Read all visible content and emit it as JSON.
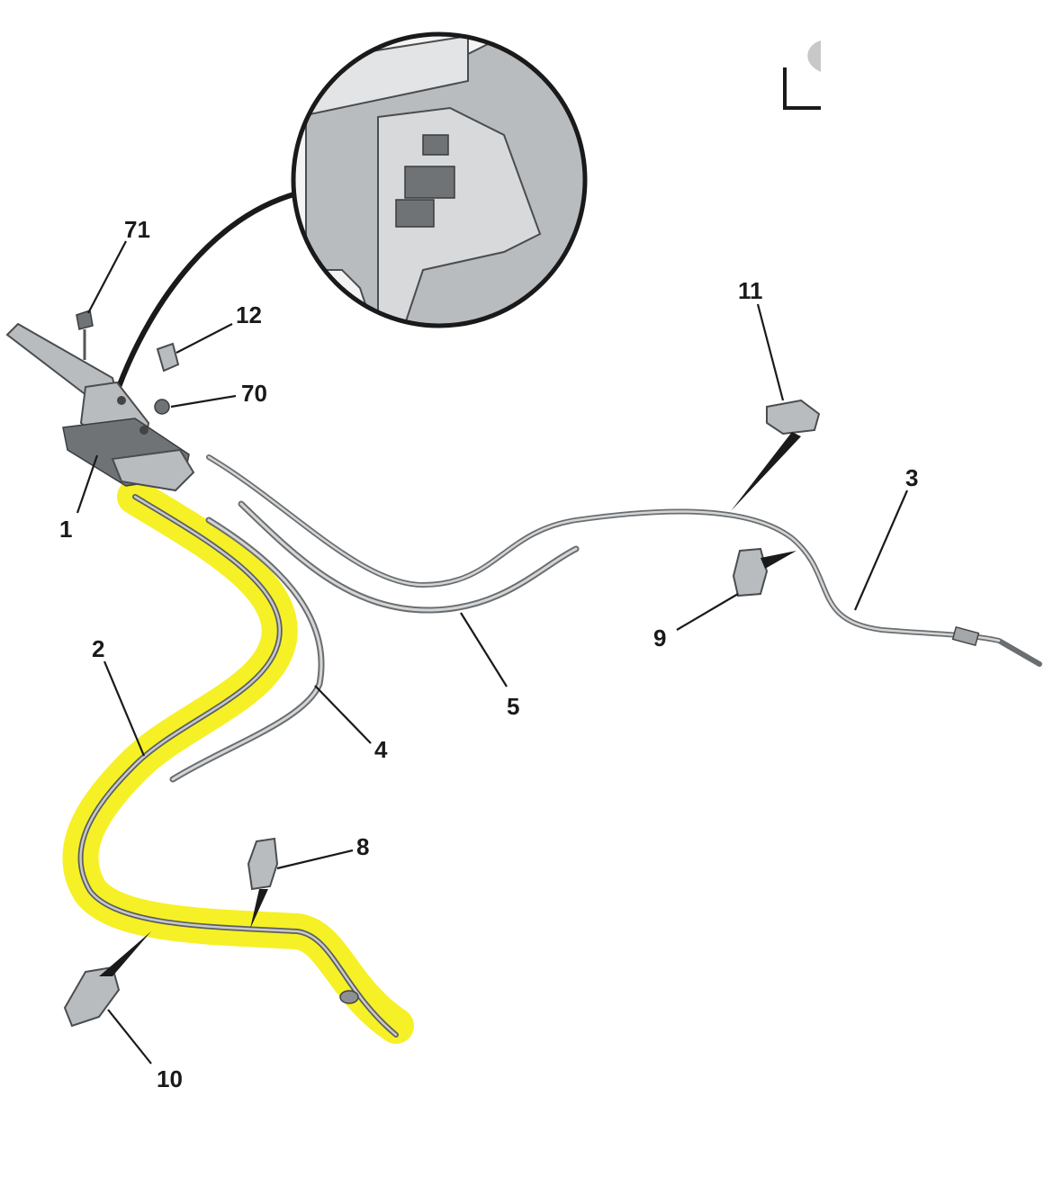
{
  "diagram": {
    "callouts": [
      {
        "id": "1",
        "label": "1"
      },
      {
        "id": "2",
        "label": "2"
      },
      {
        "id": "3",
        "label": "3"
      },
      {
        "id": "4",
        "label": "4"
      },
      {
        "id": "5",
        "label": "5"
      },
      {
        "id": "8",
        "label": "8"
      },
      {
        "id": "9",
        "label": "9"
      },
      {
        "id": "10",
        "label": "10"
      },
      {
        "id": "11",
        "label": "11"
      },
      {
        "id": "12",
        "label": "12"
      },
      {
        "id": "70",
        "label": "70"
      },
      {
        "id": "71",
        "label": "71"
      }
    ],
    "highlight_color": "#f5ef1a",
    "cable_color": "#8d9093",
    "part_color": "#b9bcbf"
  }
}
